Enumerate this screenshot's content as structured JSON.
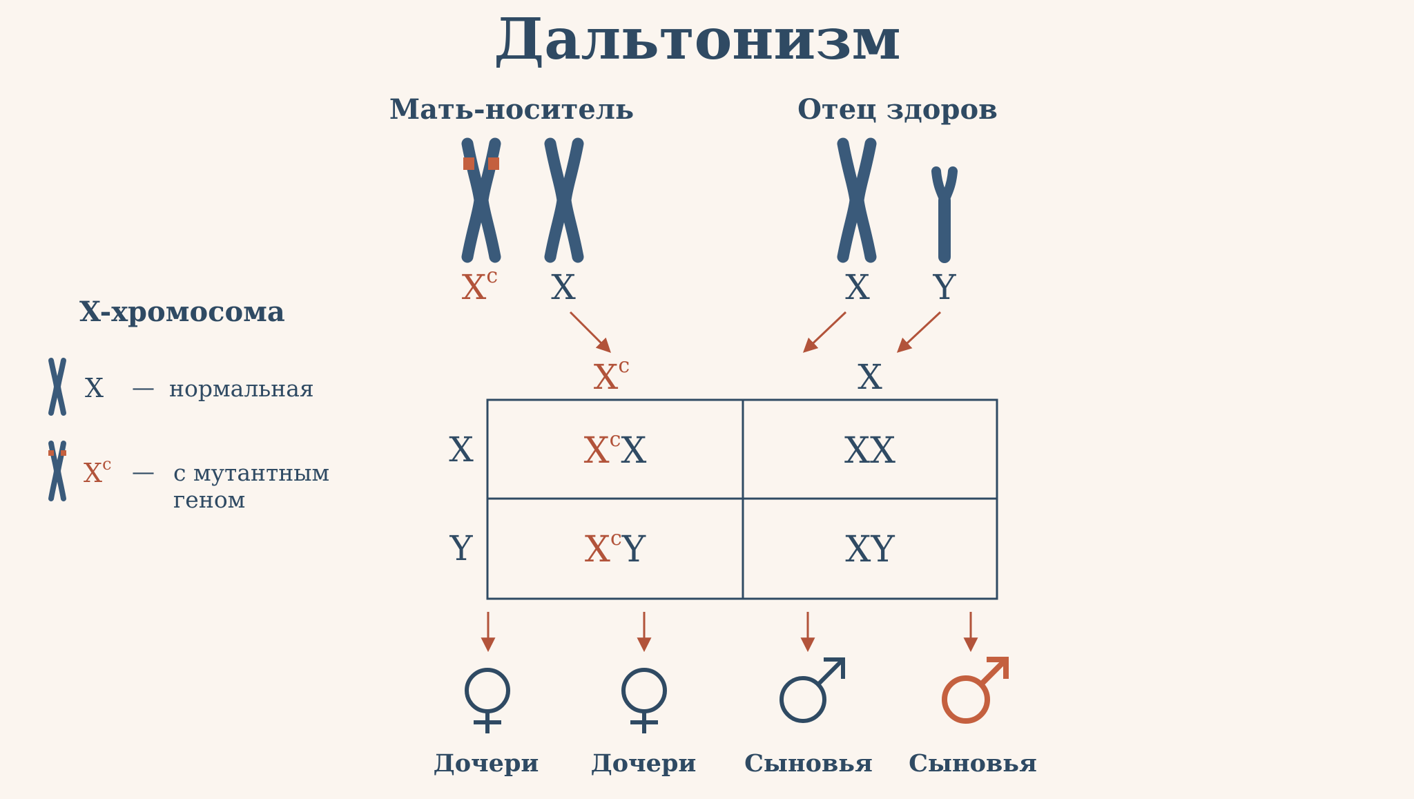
{
  "title": "Дальтонизм",
  "parents": {
    "mother": {
      "label": "Мать-носитель",
      "chromosomes": [
        {
          "symbol": "X",
          "sup": "c",
          "mutant": true
        },
        {
          "symbol": "X",
          "sup": "",
          "mutant": false
        }
      ]
    },
    "father": {
      "label": "Отец здоров",
      "chromosomes": [
        {
          "symbol": "X",
          "sup": "",
          "mutant": false
        },
        {
          "symbol": "Y",
          "sup": "",
          "mutant": false
        }
      ]
    }
  },
  "gametes": {
    "top": [
      {
        "symbol": "X",
        "sup": "c",
        "mutant": true
      },
      {
        "symbol": "X",
        "sup": "",
        "mutant": false
      }
    ],
    "side": [
      {
        "symbol": "X"
      },
      {
        "symbol": "Y"
      }
    ]
  },
  "punnett": [
    [
      {
        "a": "X",
        "a_sup": "c",
        "b": "X",
        "mutant": true
      },
      {
        "a": "X",
        "a_sup": "",
        "b": "X",
        "mutant": false
      }
    ],
    [
      {
        "a": "X",
        "a_sup": "c",
        "b": "Y",
        "mutant": true
      },
      {
        "a": "X",
        "a_sup": "",
        "b": "Y",
        "mutant": false
      }
    ]
  ],
  "legend": {
    "title": "X-хромосома",
    "items": [
      {
        "symbol": "X",
        "sup": "",
        "dash": "—",
        "text_lines": [
          "нормальная"
        ],
        "mutant": false
      },
      {
        "symbol": "X",
        "sup": "c",
        "dash": "—",
        "text_lines": [
          "с мутантным",
          "геном"
        ],
        "mutant": true
      }
    ]
  },
  "children": [
    {
      "label": "Дочери",
      "sex": "female",
      "affected": false
    },
    {
      "label": "Дочери",
      "sex": "female",
      "affected": false
    },
    {
      "label": "Сыновья",
      "sex": "male",
      "affected": false
    },
    {
      "label": "Сыновья",
      "sex": "male",
      "affected": true
    }
  ],
  "colors": {
    "background": "#fbf5ef",
    "primary": "#2f4a63",
    "accent": "#b2533a",
    "chromosome": "#3a5a7a"
  }
}
